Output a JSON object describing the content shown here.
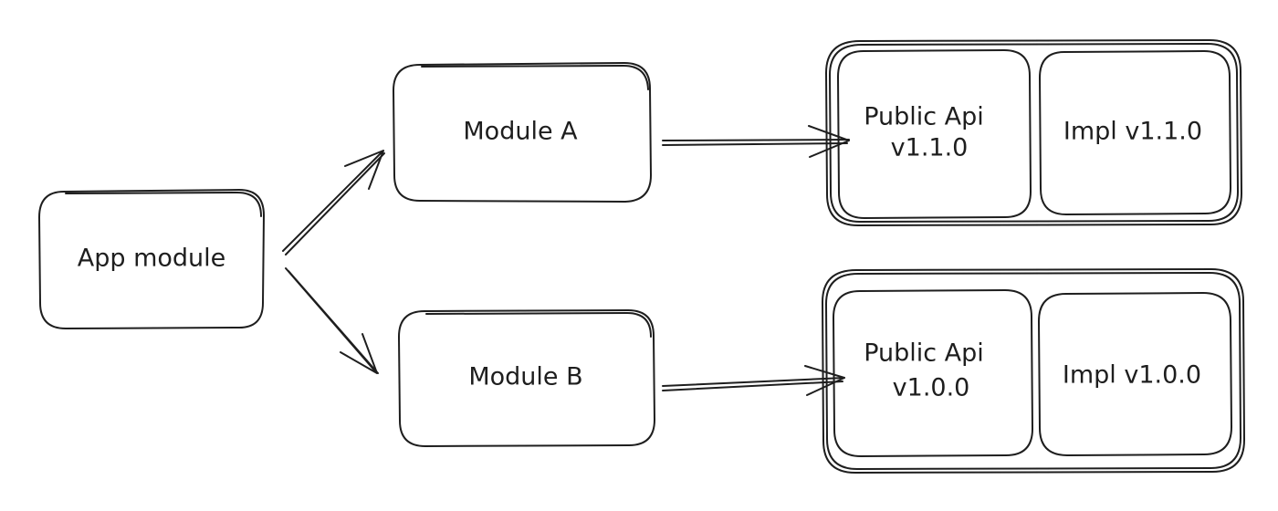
{
  "diagram": {
    "nodes": {
      "app_module": {
        "label": "App module"
      },
      "module_a": {
        "label": "Module A"
      },
      "module_b": {
        "label": "Module B"
      },
      "public_api_top": {
        "line1": "Public Api",
        "line2": "v1.1.0"
      },
      "impl_top": {
        "label": "Impl v1.1.0"
      },
      "public_api_bottom": {
        "line1": "Public Api",
        "line2": "v1.0.0"
      },
      "impl_bottom": {
        "label": "Impl v1.0.0"
      }
    },
    "edges": [
      {
        "from": "App module",
        "to": "Module A"
      },
      {
        "from": "App module",
        "to": "Module B"
      },
      {
        "from": "Module A",
        "to": "Public Api v1.1.0"
      },
      {
        "from": "Module B",
        "to": "Public Api v1.0.0"
      }
    ],
    "colors": {
      "stroke": "#1e1e1e",
      "background": "#ffffff"
    }
  }
}
